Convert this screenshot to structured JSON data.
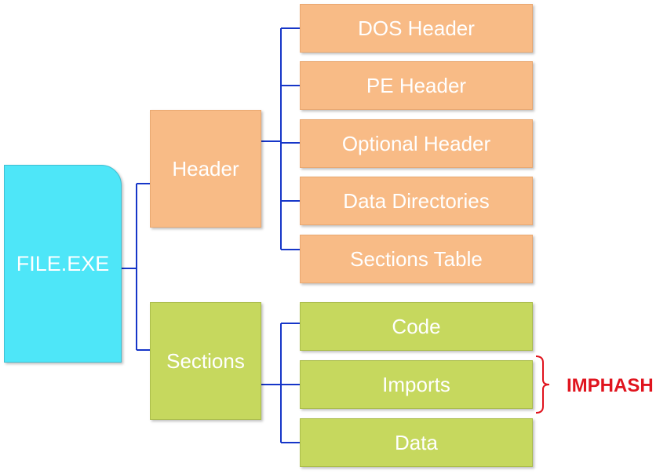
{
  "colors": {
    "root": "#4ee6f8",
    "header": "#f8bb86",
    "sections": "#c6d85e",
    "connector": "#1636c8",
    "imphash": "#e0141e"
  },
  "root": {
    "label": "FILE.EXE"
  },
  "header": {
    "label": "Header",
    "items": [
      {
        "label": "DOS Header"
      },
      {
        "label": "PE Header"
      },
      {
        "label": "Optional Header"
      },
      {
        "label": "Data Directories"
      },
      {
        "label": "Sections Table"
      }
    ]
  },
  "sections": {
    "label": "Sections",
    "items": [
      {
        "label": "Code"
      },
      {
        "label": "Imports"
      },
      {
        "label": "Data"
      }
    ]
  },
  "annotation": {
    "label": "IMPHASH",
    "bracket_icon": "right-brace-icon"
  }
}
